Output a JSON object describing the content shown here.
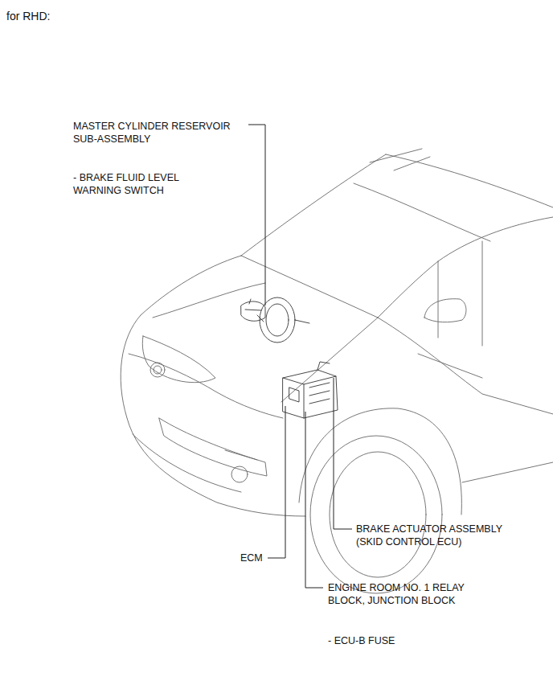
{
  "diagram": {
    "title": "for RHD:",
    "labels": [
      "MASTER CYLINDER RESERVOIR SUB-ASSEMBLY",
      "- BRAKE FLUID LEVEL WARNING SWITCH",
      "BRAKE ACTUATOR ASSEMBLY (SKID CONTROL ECU)",
      "ECM",
      "ENGINE ROOM NO. 1 RELAY BLOCK, JUNCTION BLOCK",
      "- ECU-B FUSE"
    ]
  }
}
